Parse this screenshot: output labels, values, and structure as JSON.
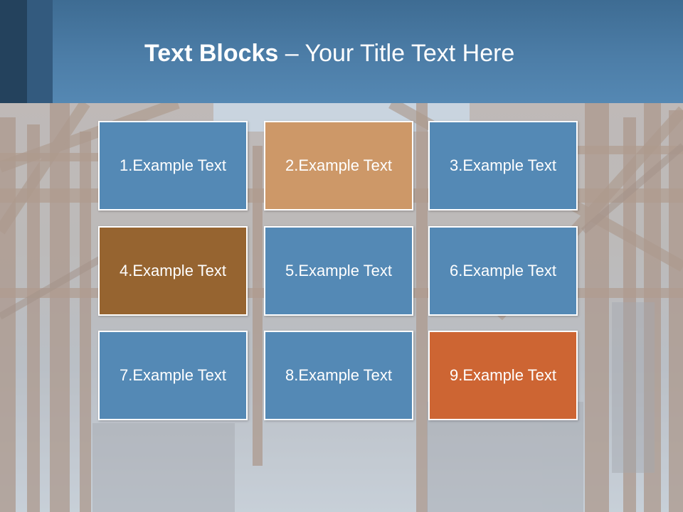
{
  "slide": {
    "title_bold": "Text Blocks",
    "title_rest": " – Your Title Text Here"
  },
  "blocks": [
    {
      "label": "1.Example Text",
      "color": "#5489b5"
    },
    {
      "label": "2.Example Text",
      "color": "#cd9868"
    },
    {
      "label": "3.Example Text",
      "color": "#5489b5"
    },
    {
      "label": "4.Example Text",
      "color": "#966430"
    },
    {
      "label": "5.Example Text",
      "color": "#5489b5"
    },
    {
      "label": "6.Example Text",
      "color": "#5489b5"
    },
    {
      "label": "7.Example Text",
      "color": "#5489b5"
    },
    {
      "label": "8.Example Text",
      "color": "#5489b5"
    },
    {
      "label": "9.Example Text",
      "color": "#cd6533"
    }
  ],
  "colors": {
    "header": "#4c7da7",
    "header_dark": "#24425d",
    "block_border": "#ffffff"
  }
}
